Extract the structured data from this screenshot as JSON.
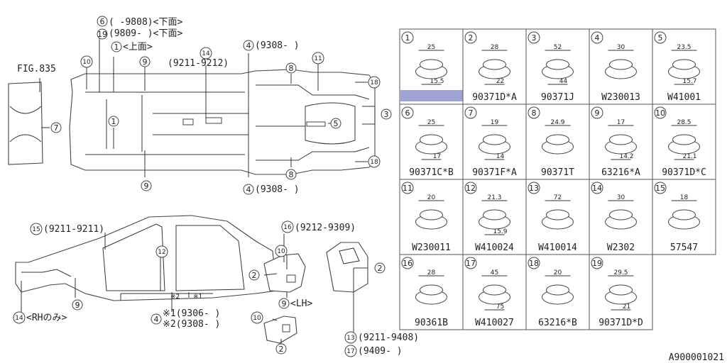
{
  "labels": {
    "fig": "FIG.835",
    "c6": "6",
    "t6": "(  -9808)<下面>",
    "c19": "19",
    "t19": "(9809-  )<下面>",
    "c1a": "1",
    "t1a": "<上面>",
    "c9a": "9",
    "c10a": "10",
    "c14a": "14",
    "t14a": "(9211-9212)",
    "c4a": "4",
    "t4a": "(9308-  )",
    "c11a": "11",
    "c8a": "8",
    "c18a": "18",
    "c3": "3",
    "c5": "5",
    "c1b": "1",
    "c18b": "18",
    "c8b": "8",
    "c9b": "9",
    "c4b": "4",
    "t4b": "(9308-  )",
    "c7": "7",
    "c15": "15",
    "t15": "(9211-9211)",
    "c16": "16",
    "t16": "(9212-9309)",
    "c12": "12",
    "c10b": "10",
    "c2a": "2",
    "c2b": "2",
    "c9c": "9",
    "t9c": "<LH>",
    "c10c": "10",
    "c2c": "2",
    "c14b": "14",
    "t14b": "<RHのみ>",
    "c9d": "9",
    "c4c": "4",
    "t4c1": "※1(9306-  )",
    "t4c2": "※2(9308-  )",
    "m1": "※1",
    "m2": "※2",
    "c13": "13",
    "t13": "(9211-9408)",
    "c17": "17",
    "t17": "(9409-  )",
    "catalog": "A900001021"
  },
  "parts": [
    {
      "n": "1",
      "pn": "",
      "dims": [
        "25",
        "15.5"
      ]
    },
    {
      "n": "2",
      "pn": "90371D*A",
      "dims": [
        "28",
        "22"
      ]
    },
    {
      "n": "3",
      "pn": "90371J",
      "dims": [
        "52",
        "44"
      ]
    },
    {
      "n": "4",
      "pn": "W230013",
      "dims": [
        "30"
      ]
    },
    {
      "n": "5",
      "pn": "W41001",
      "dims": [
        "23.5",
        "15.7"
      ]
    },
    {
      "n": "6",
      "pn": "90371C*B",
      "dims": [
        "25",
        "17"
      ]
    },
    {
      "n": "7",
      "pn": "90371F*A",
      "dims": [
        "19",
        "14"
      ]
    },
    {
      "n": "8",
      "pn": "90371T",
      "dims": [
        "24.9"
      ]
    },
    {
      "n": "9",
      "pn": "63216*A",
      "dims": [
        "17",
        "14.2"
      ]
    },
    {
      "n": "10",
      "pn": "90371D*C",
      "dims": [
        "28.5",
        "21.1"
      ]
    },
    {
      "n": "11",
      "pn": "W230011",
      "dims": [
        "20"
      ]
    },
    {
      "n": "12",
      "pn": "W410024",
      "dims": [
        "21.3",
        "15.9"
      ]
    },
    {
      "n": "13",
      "pn": "W410014",
      "dims": [
        "72"
      ]
    },
    {
      "n": "14",
      "pn": "W2302",
      "dims": [
        "30"
      ]
    },
    {
      "n": "15",
      "pn": "57547",
      "dims": [
        "18"
      ]
    },
    {
      "n": "16",
      "pn": "90361B",
      "dims": [
        "28"
      ]
    },
    {
      "n": "17",
      "pn": "W410027",
      "dims": [
        "45",
        "75"
      ]
    },
    {
      "n": "18",
      "pn": "63216*B",
      "dims": [
        "20"
      ]
    },
    {
      "n": "19",
      "pn": "90371D*D",
      "dims": [
        "29.5",
        "21"
      ]
    }
  ]
}
